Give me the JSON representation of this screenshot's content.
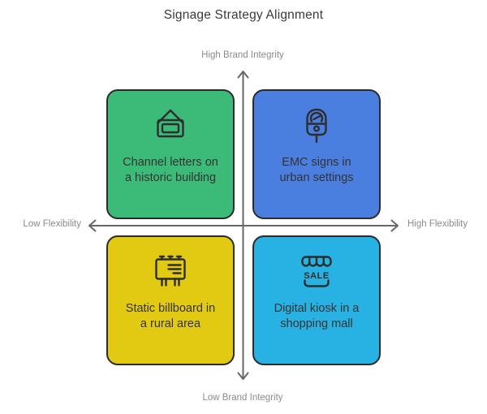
{
  "title": "Signage Strategy Alignment",
  "axes": {
    "top": "High Brand Integrity",
    "bottom": "Low Brand Integrity",
    "left": "Low Flexibility",
    "right": "High Flexibility"
  },
  "quadrants": [
    {
      "position": "top-left",
      "label": "Channel letters on a historic building",
      "lines": [
        "Channel letters on",
        "a historic building"
      ],
      "color": "#3cbb78",
      "icon": "hanging-sign-icon"
    },
    {
      "position": "top-right",
      "label": "EMC signs in urban settings",
      "lines": [
        "EMC signs in",
        "urban settings"
      ],
      "color": "#4a7fe0",
      "icon": "parking-meter-icon"
    },
    {
      "position": "bottom-left",
      "label": "Static billboard in a rural area",
      "lines": [
        "Static billboard in",
        "a rural area"
      ],
      "color": "#e2ca12",
      "icon": "billboard-icon"
    },
    {
      "position": "bottom-right",
      "label": "Digital kiosk in a shopping mall",
      "lines": [
        "Digital kiosk in a",
        "shopping mall"
      ],
      "color": "#27b2e3",
      "icon": "storefront-sale-icon"
    }
  ],
  "icon_texts": {
    "sale": "SALE"
  },
  "colors": {
    "axis_line": "#666666",
    "axis_label": "#8b8b8b",
    "title_text": "#3a3a3a",
    "quadrant_text": "#333333",
    "quadrant_border": "#2b2b2b",
    "icon_stroke": "#2d2d2d",
    "background": "#ffffff"
  }
}
